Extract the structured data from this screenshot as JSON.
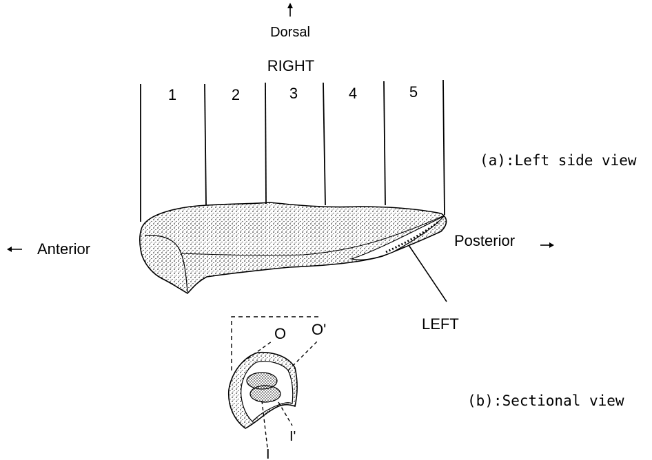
{
  "orientation": {
    "dorsal": "Dorsal",
    "anterior": "Anterior",
    "posterior": "Posterior"
  },
  "sides": {
    "right": "RIGHT",
    "left": "LEFT"
  },
  "segments": [
    "1",
    "2",
    "3",
    "4",
    "5"
  ],
  "views": {
    "left_side": "(a):Left side view",
    "sectional": "(b):Sectional view"
  },
  "section_markers": {
    "o": "O",
    "o_prime": "O'",
    "i": "I",
    "i_prime": "I'"
  }
}
